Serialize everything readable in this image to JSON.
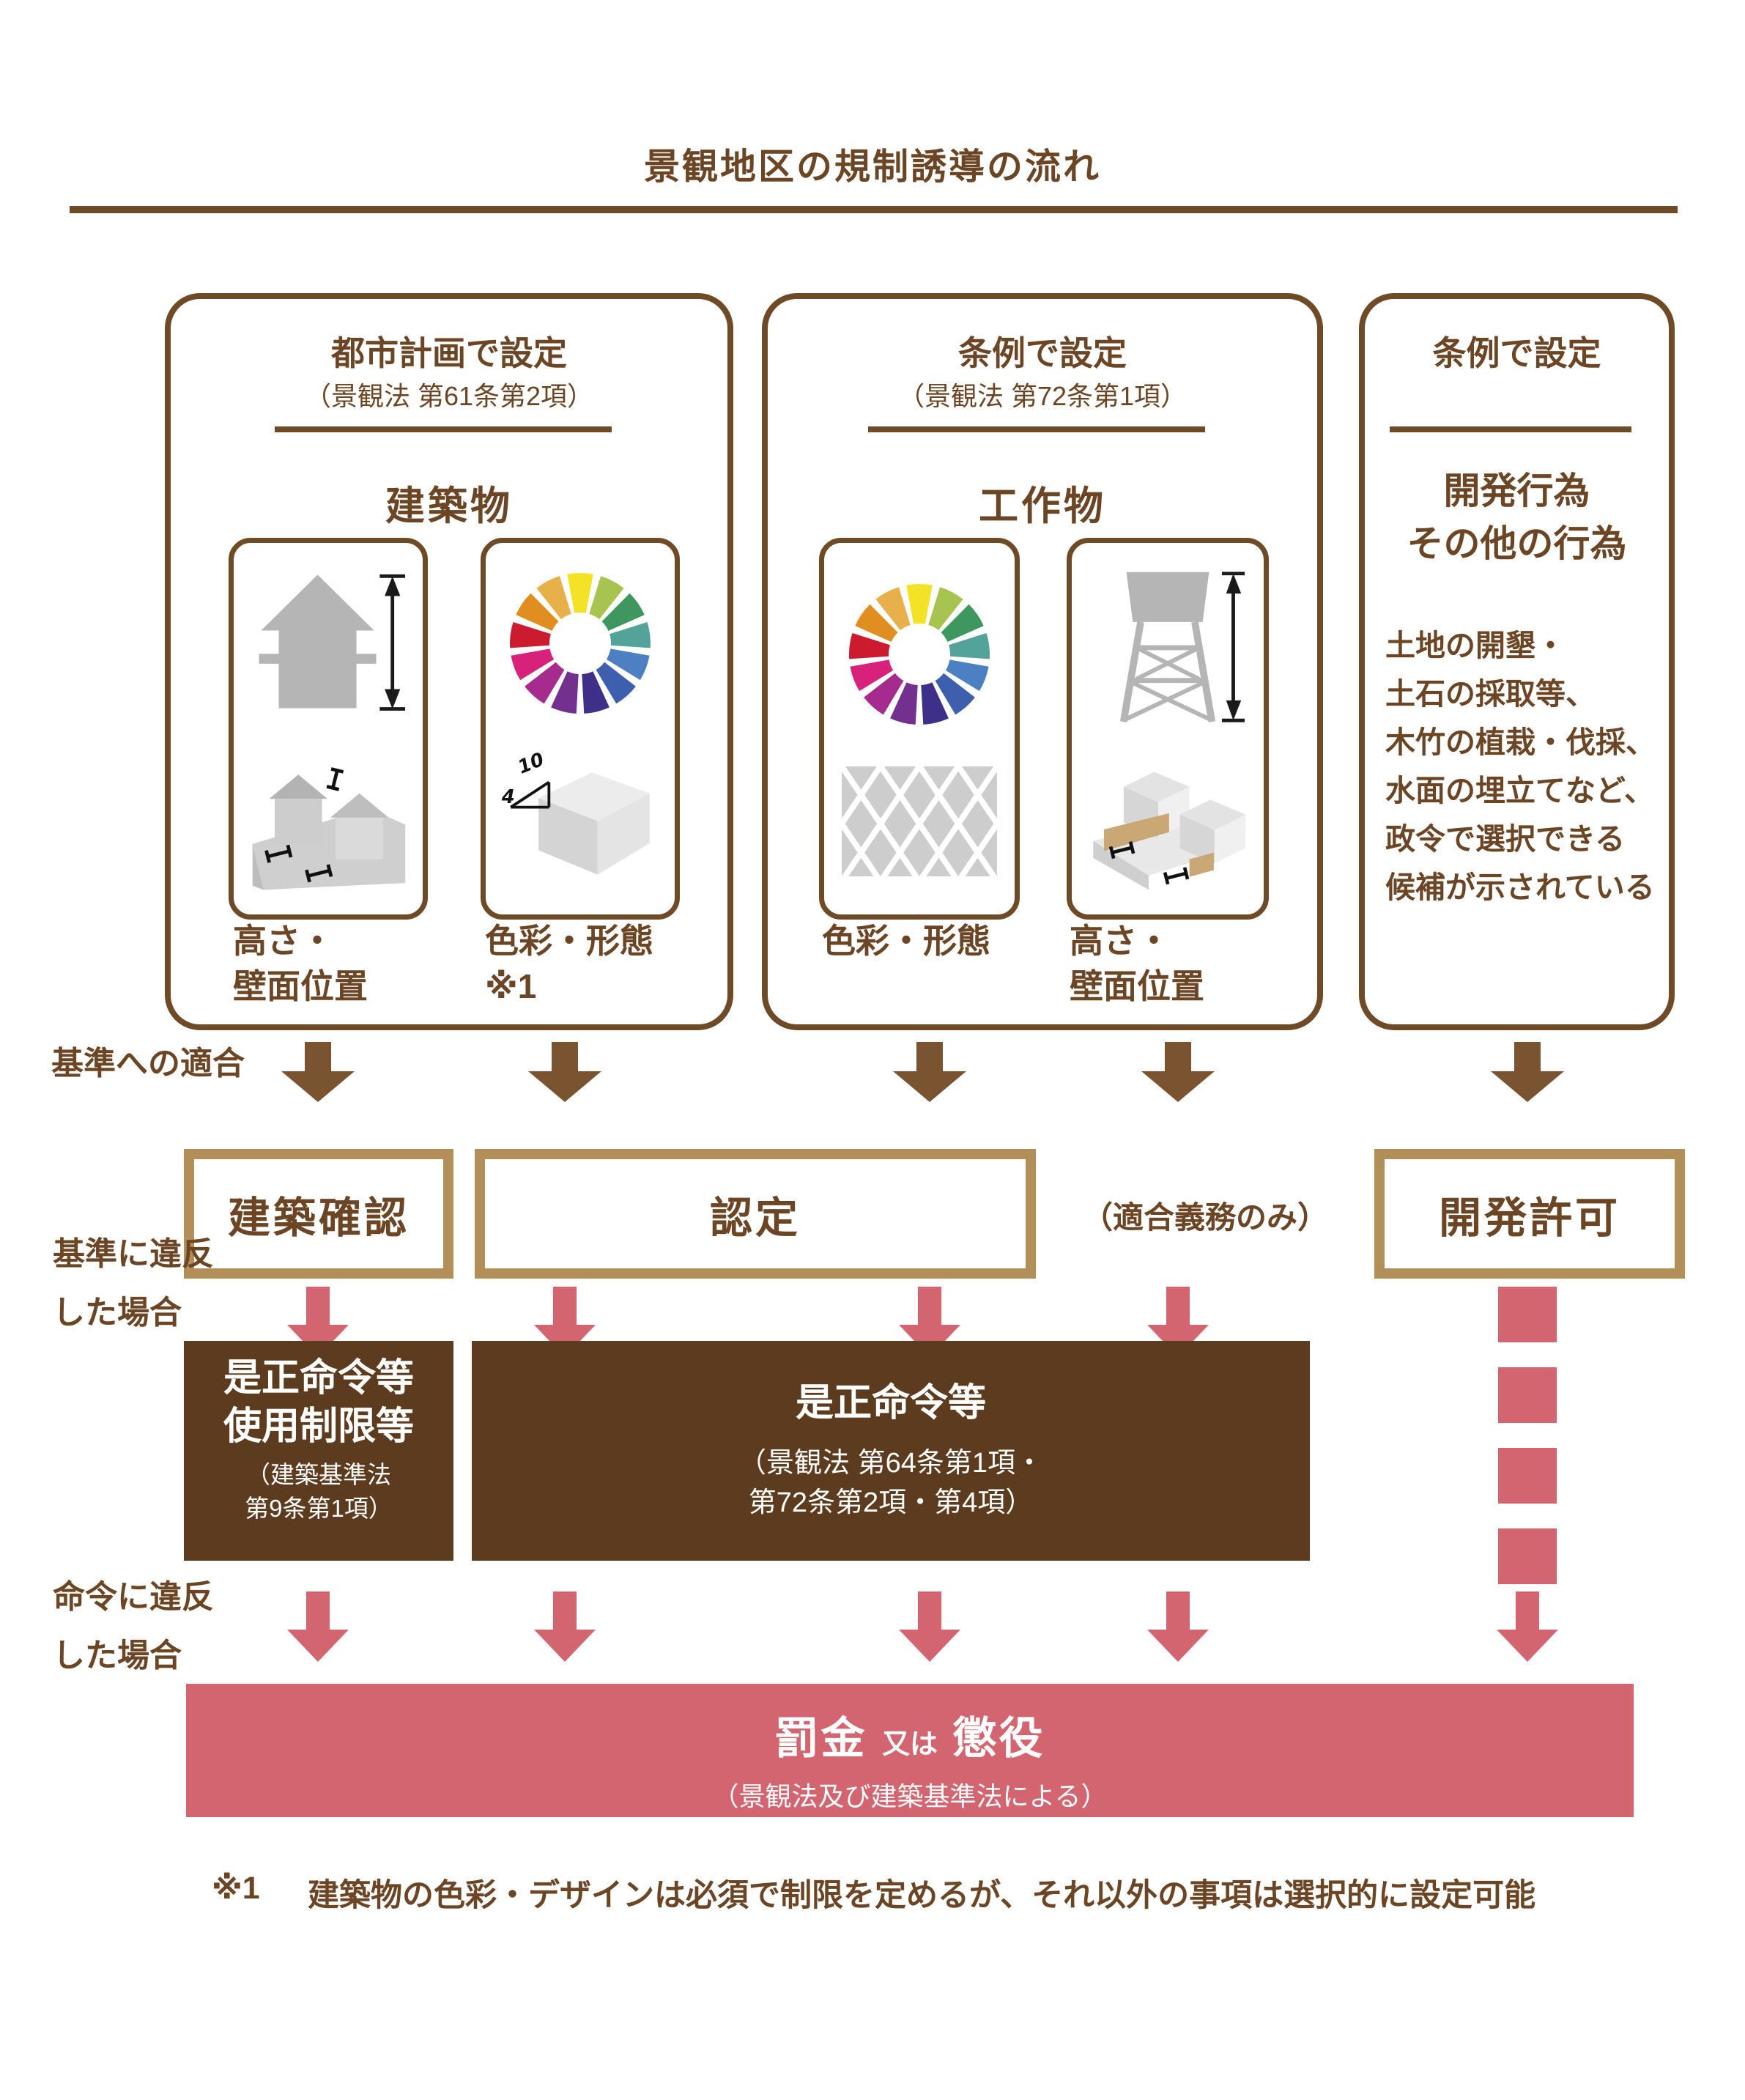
{
  "palette": {
    "brown_text": "#6b4524",
    "brown_border": "#6f4a27",
    "brown_arrow": "#7a5431",
    "tan_border": "#b28e58",
    "dark_brown_fill": "#5d3b1e",
    "pink": "#d2656f",
    "icon_gray": "#b5b5b5"
  },
  "title": "景観地区の規制誘導の流れ",
  "boxes": {
    "building": {
      "header": "都市計画で設定",
      "law": "（景観法 第61条第2項）",
      "category": "建築物",
      "items": [
        {
          "label_line1": "高さ・",
          "label_line2": "壁面位置"
        },
        {
          "label_line1": "色彩・形態",
          "label_line2": "※1"
        }
      ]
    },
    "structure": {
      "header": "条例で設定",
      "law": "（景観法 第72条第1項）",
      "category": "工作物",
      "items": [
        {
          "label_line1": "色彩・形態",
          "label_line2": ""
        },
        {
          "label_line1": "高さ・",
          "label_line2": "壁面位置"
        }
      ]
    },
    "development": {
      "header": "条例で設定",
      "category_line1": "開発行為",
      "category_line2": "その他の行為",
      "body_lines": [
        "土地の開墾・",
        "土石の採取等、",
        "木竹の植栽・伐採、",
        "水面の埋立てなど、",
        "政令で選択できる",
        "候補が示されている"
      ]
    }
  },
  "flow": {
    "fit_label": "基準への適合",
    "violate_standard_line1": "基準に違反",
    "violate_standard_line2": "した場合",
    "violate_order_line1": "命令に違反",
    "violate_order_line2": "した場合",
    "confirm_label": "建築確認",
    "approval_label": "認定",
    "obligation_note": "（適合義務のみ）",
    "permit_label": "開発許可",
    "correction_left": {
      "line1": "是正命令等",
      "line2": "使用制限等",
      "sub1": "（建築基準法",
      "sub2": "第9条第1項）"
    },
    "correction_wide": {
      "line1": "是正命令等",
      "sub1": "（景観法 第64条第1項・",
      "sub2": "第72条第2項・第4項）"
    },
    "penalty": {
      "word1": "罰金",
      "conj": "又は",
      "word2": "懲役",
      "sub": "（景観法及び建築基準法による）"
    }
  },
  "footnote": {
    "marker": "※1",
    "text": "建築物の色彩・デザインは必須で制限を定めるが、それ以外の事項は選択的に設定可能"
  },
  "icons": {
    "wheel_colors": [
      "#f4e226",
      "#a6c44f",
      "#3f9760",
      "#54a39a",
      "#4d80c2",
      "#3e5fae",
      "#3e3089",
      "#74308f",
      "#a52b8e",
      "#d8217a",
      "#cc1a2f",
      "#df8e1f",
      "#e8b04b"
    ],
    "slope_rise": "10",
    "slope_run": "4"
  }
}
